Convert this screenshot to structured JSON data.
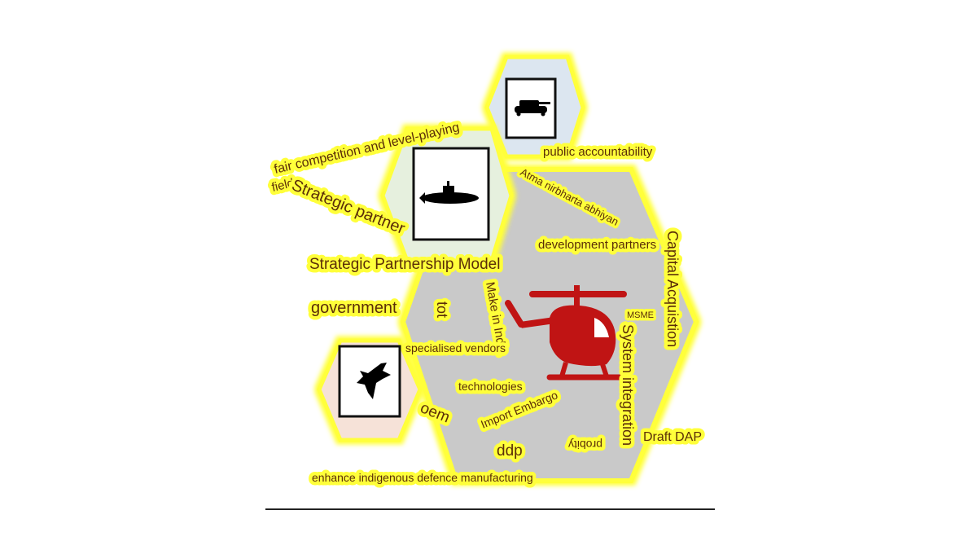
{
  "colors": {
    "big_hex_fill": "#c9c9c9",
    "tank_hex_fill": "#dce6f0",
    "sub_hex_fill": "#e6f0de",
    "jet_hex_fill": "#f6e2d8",
    "glow": "#ffff3a",
    "word_color": "#5a2d08",
    "helicopter": "#c01414",
    "icon_black": "#000000"
  },
  "icons": {
    "tank": "tank-icon",
    "submarine": "submarine-icon",
    "fighter_jet": "fighter-jet-icon",
    "helicopter": "helicopter-icon"
  },
  "words": {
    "fair_competition": "fair competition and level-playing",
    "field": "field",
    "strategic_partner": "Strategic partner",
    "public_accountability": "public accountability",
    "atma_nirbharta": "Atma nirbharta abhiyan",
    "development_partners": "development partners",
    "capital_acquisition": "Capital Acquistion",
    "strategic_partnership_model": "Strategic Partnership Model",
    "government": "government",
    "tot": "tot",
    "make_in_india": "Make in India",
    "msme": "MSME",
    "specialised_vendors": "specialised vendors",
    "system_integration": "System integration",
    "technologies": "technologies",
    "import_embargo": "Import Embargo",
    "oem": "oem",
    "probity": "probity",
    "draft_dap": "Draft DAP",
    "ddp": "ddp",
    "enhance_manufacturing": "enhance indigenous defence manufacturing"
  }
}
